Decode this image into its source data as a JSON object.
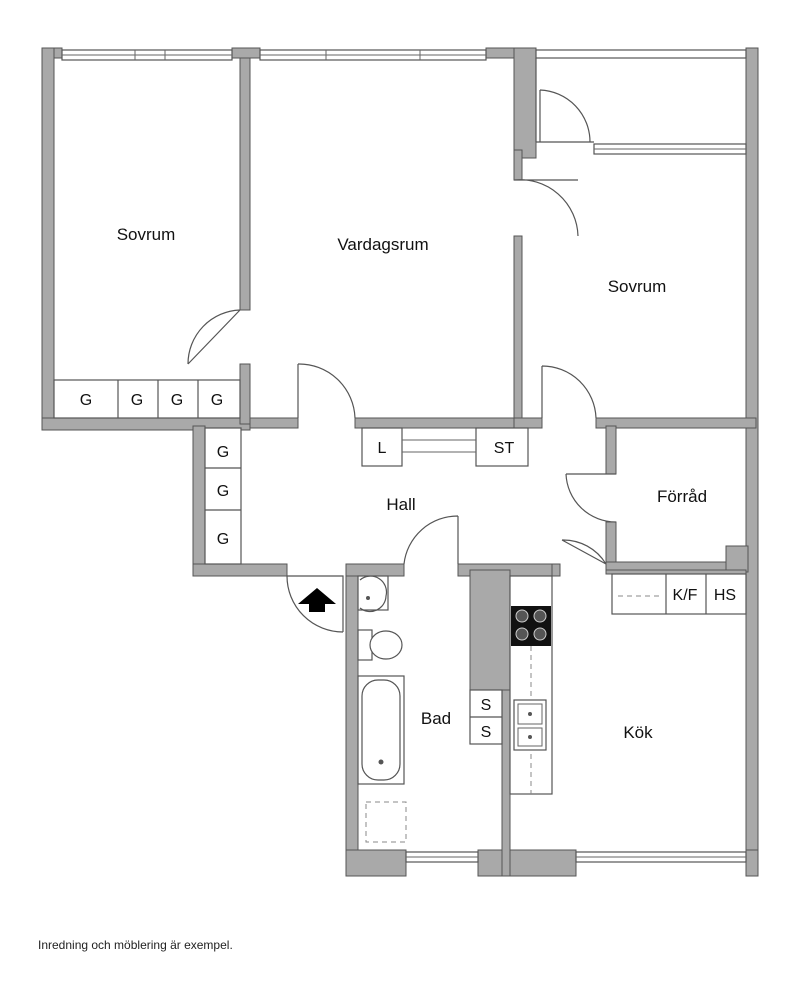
{
  "rooms": {
    "sovrum_left": "Sovrum",
    "vardagsrum": "Vardagsrum",
    "sovrum_right": "Sovrum",
    "hall": "Hall",
    "forrad": "Förråd",
    "bad": "Bad",
    "kok": "Kök"
  },
  "fixtures": {
    "wardrobe": "G",
    "linen": "L",
    "storage": "ST",
    "kf": "K/F",
    "hs": "HS",
    "s": "S"
  },
  "footnote": "Inredning och möblering är exempel."
}
